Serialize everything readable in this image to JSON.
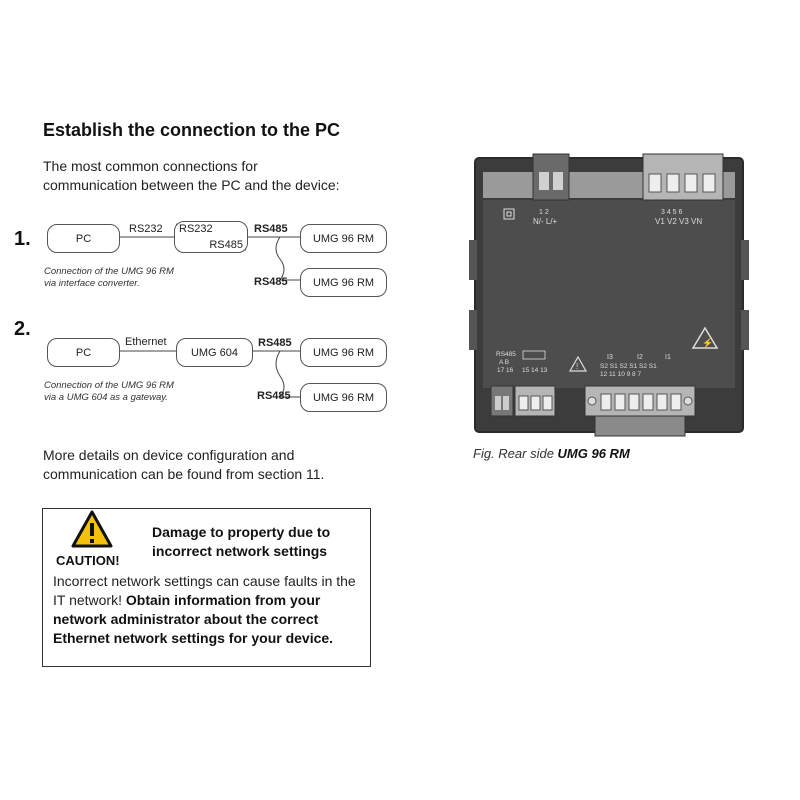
{
  "heading": "Establish the connection to the PC",
  "intro": [
    "The most common connections for",
    "communication between the PC and the device:"
  ],
  "diagram1": {
    "number": "1.",
    "pc": "PC",
    "link1": "RS232",
    "converter_top": "RS232",
    "converter_bottom": "RS485",
    "bus_top": "RS485",
    "bus_bottom": "RS485",
    "device_top": "UMG 96 RM",
    "device_bottom": "UMG 96 RM",
    "caption": [
      "Connection of the UMG 96 RM",
      "via interface converter."
    ]
  },
  "diagram2": {
    "number": "2.",
    "pc": "PC",
    "link1": "Ethernet",
    "gateway": "UMG 604",
    "bus_top": "RS485",
    "bus_bottom": "RS485",
    "device_top": "UMG 96 RM",
    "device_bottom": "UMG 96 RM",
    "caption": [
      "Connection of the UMG 96 RM",
      "via a UMG 604 as a gateway."
    ]
  },
  "details": [
    "More details on device configuration and",
    "communication can be found from section 11."
  ],
  "caution": {
    "label": "CAUTION!",
    "title": [
      "Damage to property due to",
      "incorrect network settings"
    ],
    "text": "Incorrect network settings can cause faults in the IT network!",
    "bold": "Obtain information from your network administrator about the correct Ethernet network settings for your device."
  },
  "device_labels": {
    "aux_nums": "1  2",
    "aux": "N/- L/+",
    "v_nums": "3  4  5  6",
    "v": "V1 V2 V3 VN",
    "rs485": "RS485",
    "ab": "A  B",
    "t1": "17 16",
    "t2": "15 14 13",
    "i3": "I3",
    "i2": "I2",
    "i1": "I1",
    "s_row": "S2  S1  S2  S1  S2  S1",
    "n_row": "12  11  10  9   8   7"
  },
  "figure_caption": {
    "prefix": "Fig. Rear side",
    "device": "UMG 96 RM"
  },
  "colors": {
    "device_body": "#3c3c3c",
    "device_face": "#4d4d4d",
    "terminal": "#b5b5b5",
    "warning_yellow": "#f4c20d"
  }
}
